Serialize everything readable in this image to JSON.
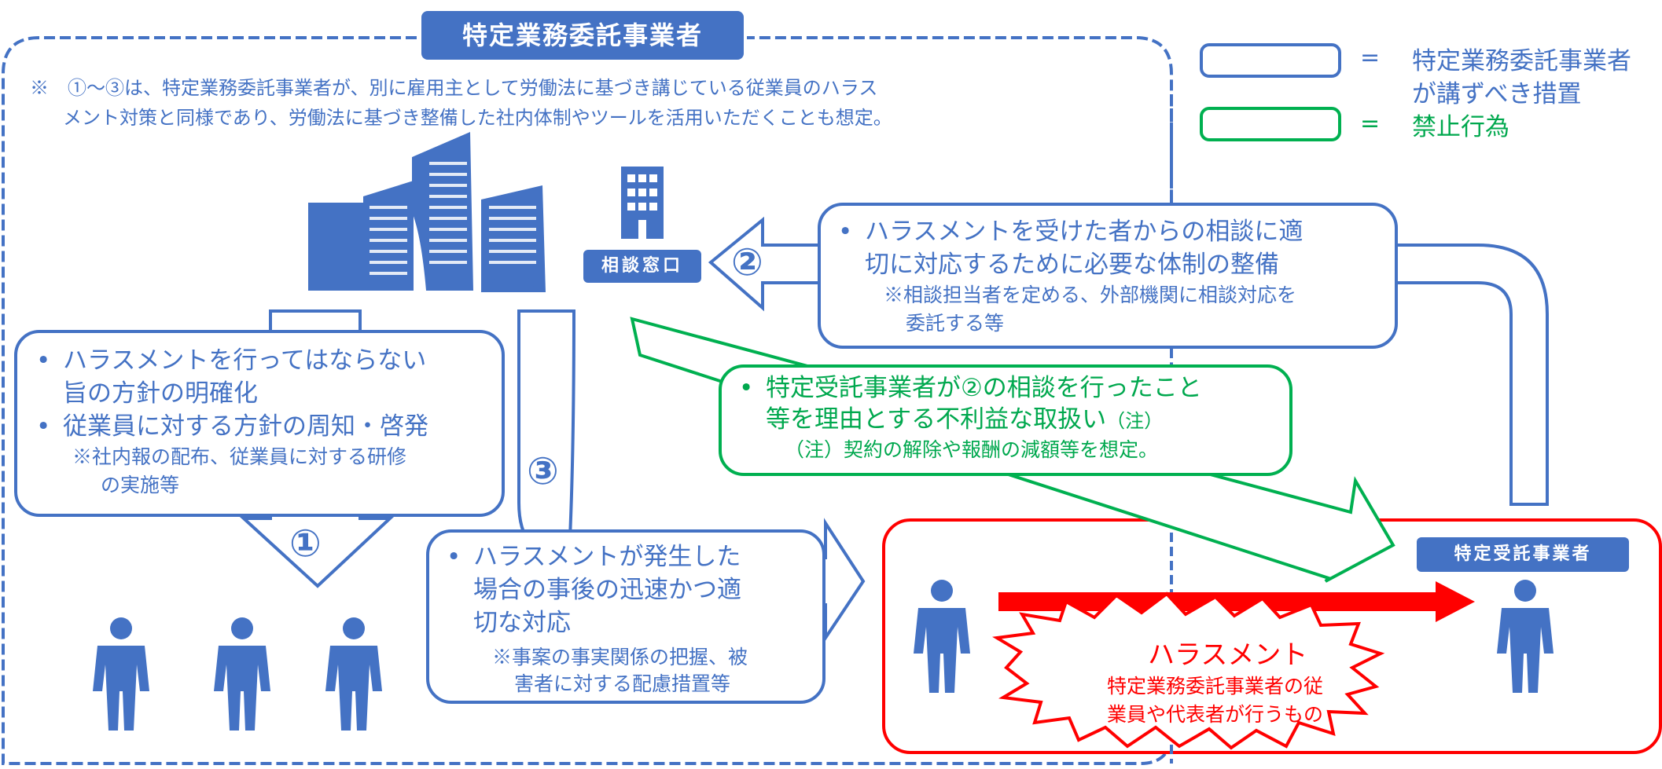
{
  "header": {
    "title": "特定業務委託事業者"
  },
  "top_note": {
    "line1": "※　①～③は、特定業務委託事業者が、別に雇用主として労働法に基づき講じている従業員のハラス",
    "line2": "メント対策と同様であり、労働法に基づき整備した社内体制やツールを活用いただくことも想定。"
  },
  "legend": {
    "blue_label_1": "特定業務委託事業者",
    "blue_label_2": "が講ずべき措置",
    "green_label": "禁止行為",
    "equals": "="
  },
  "labels": {
    "consult_window": "相談窓口",
    "contractor": "特定受託事業者"
  },
  "numbers": {
    "one": "①",
    "two": "②",
    "three": "③"
  },
  "measure1": {
    "bullet1_line1": "ハラスメントを行ってはならない",
    "bullet1_line2": "旨の方針の明確化",
    "bullet2": "従業員に対する方針の周知・啓発",
    "note_line1": "※社内報の配布、従業員に対する研修",
    "note_line2": "の実施等"
  },
  "measure2": {
    "bullet_line1": "ハラスメントを受けた者からの相談に適",
    "bullet_line2": "切に対応するために必要な体制の整備",
    "note_line1": "※相談担当者を定める、外部機関に相談対応を",
    "note_line2": "委託する等"
  },
  "measure3": {
    "bullet_line1": "ハラスメントが発生した",
    "bullet_line2": "場合の事後の迅速かつ適",
    "bullet_line3": "切な対応",
    "note_line1": "※事案の事実関係の把握、被",
    "note_line2": "害者に対する配慮措置等"
  },
  "prohibited": {
    "bullet_line1": "特定受託事業者が②の相談を行ったこと",
    "bullet_line2": "等を理由とする不利益な取扱い",
    "bullet_suffix": "（注）",
    "note": "（注）契約の解除や報酬の減額等を想定。"
  },
  "harassment": {
    "title": "ハラスメント",
    "line1": "特定業務委託事業者の従",
    "line2": "業員や代表者が行うもの"
  },
  "colors": {
    "blue": "#4472C4",
    "green": "#00B050",
    "red": "#FF0000"
  }
}
